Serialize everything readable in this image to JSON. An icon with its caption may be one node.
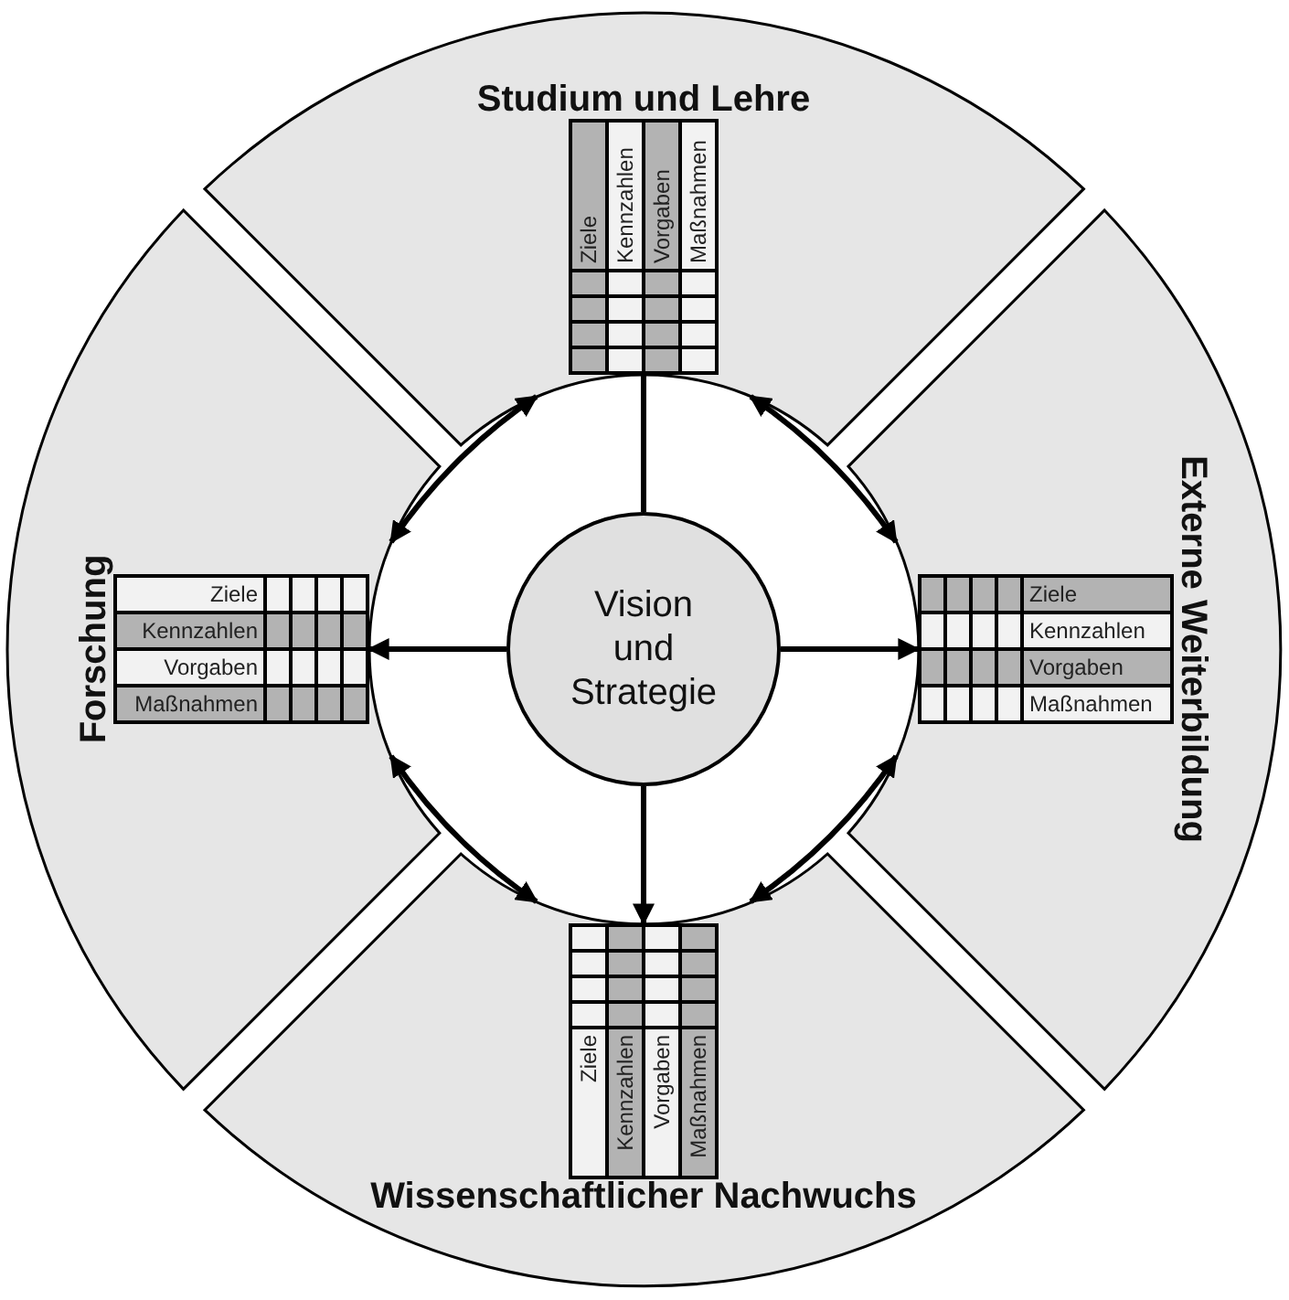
{
  "diagram": {
    "nodes": [
      {
        "text": [
          "Studium und Lehre",
          "Ziele",
          "Kennzahlen",
          "Vorgaben",
          "Maßnahmen"
        ]
      },
      {
        "text": [
          "Forschung",
          "Ziele",
          "Kennzahlen",
          "Vorgaben",
          "Maßnahmen"
        ]
      },
      {
        "text": [
          "Vision und Strategie"
        ]
      },
      {
        "text": [
          "Externe Weiterbildung",
          "Ziele",
          "Kennzahlen",
          "Vorgaben",
          "Maßnahmen"
        ]
      },
      {
        "text": [
          "Wissenschaftlicher Nachwuchs",
          "Ziele",
          "Kennzahlen",
          "Vorgaben",
          "Maßnahmen"
        ]
      }
    ],
    "edges": [
      {
        "from": 2,
        "to": 0,
        "arrow": "none"
      },
      {
        "from": 2,
        "to": 1,
        "arrow": "to"
      },
      {
        "from": 2,
        "to": 3,
        "arrow": "to"
      },
      {
        "from": 2,
        "to": 4,
        "arrow": "to"
      },
      {
        "from": 0,
        "to": 1,
        "arrow": "both"
      },
      {
        "from": 0,
        "to": 3,
        "arrow": "both"
      },
      {
        "from": 1,
        "to": 4,
        "arrow": "both"
      },
      {
        "from": 3,
        "to": 4,
        "arrow": "both"
      }
    ]
  }
}
